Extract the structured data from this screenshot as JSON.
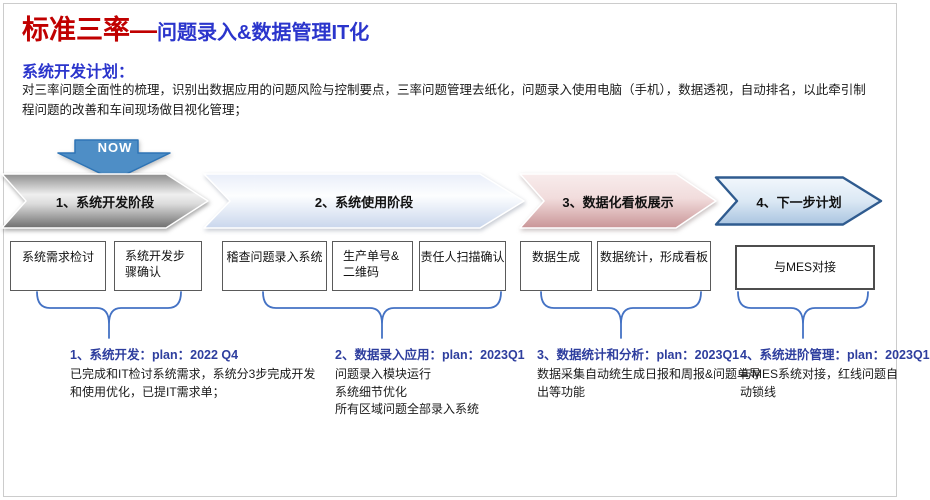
{
  "title": {
    "red": "标准三率—",
    "blue": "问题录入&数据管理IT化"
  },
  "section": {
    "heading": "系统开发计划：",
    "description": "对三率问题全面性的梳理，识别出数据应用的问题风险与控制要点，三率问题管理去纸化，问题录入使用电脑（手机），数据透视，自动排名，以此牵引制程问题的改善和车间现场做目视化管理；"
  },
  "now_label": "NOW",
  "phases": [
    {
      "label": "1、系统开发阶段",
      "boxes": [
        "系统需求检讨",
        "系统开发步骤确认"
      ],
      "plan_title": "1、系统开发：plan：2022 Q4",
      "plan_body": [
        "已完成和IT检讨系统需求，系统分3步完成开发和使用优化，已提IT需求单；"
      ]
    },
    {
      "label": "2、系统使用阶段",
      "boxes": [
        "稽查问题录入系统",
        "生产单号&二维码",
        "责任人扫描确认"
      ],
      "plan_title": "2、数据录入应用：plan：2023Q1",
      "plan_body": [
        "问题录入模块运行",
        "系统细节优化",
        "所有区域问题全部录入系统"
      ]
    },
    {
      "label": "3、数据化看板展示",
      "boxes": [
        "数据生成",
        "数据统计，形成看板"
      ],
      "plan_title": "3、数据统计和分析：plan：2023Q1",
      "plan_body": [
        "数据采集自动统生成日报和周报&问题单导出等功能"
      ]
    },
    {
      "label": "4、下一步计划",
      "boxes": [
        "与MES对接"
      ],
      "plan_title": "4、系统进阶管理：plan：2023Q1",
      "plan_body": [
        "与MES系统对接，红线问题自动锁线"
      ]
    }
  ],
  "colors": {
    "title_red": "#C00000",
    "title_blue": "#2B35CC",
    "plan_blue": "#2E3E9E",
    "brace_blue": "#4472C4",
    "now_fill": "#4E8EC6",
    "now_border": "#2E74B5",
    "arrow4_border": "#2F5B8F"
  }
}
